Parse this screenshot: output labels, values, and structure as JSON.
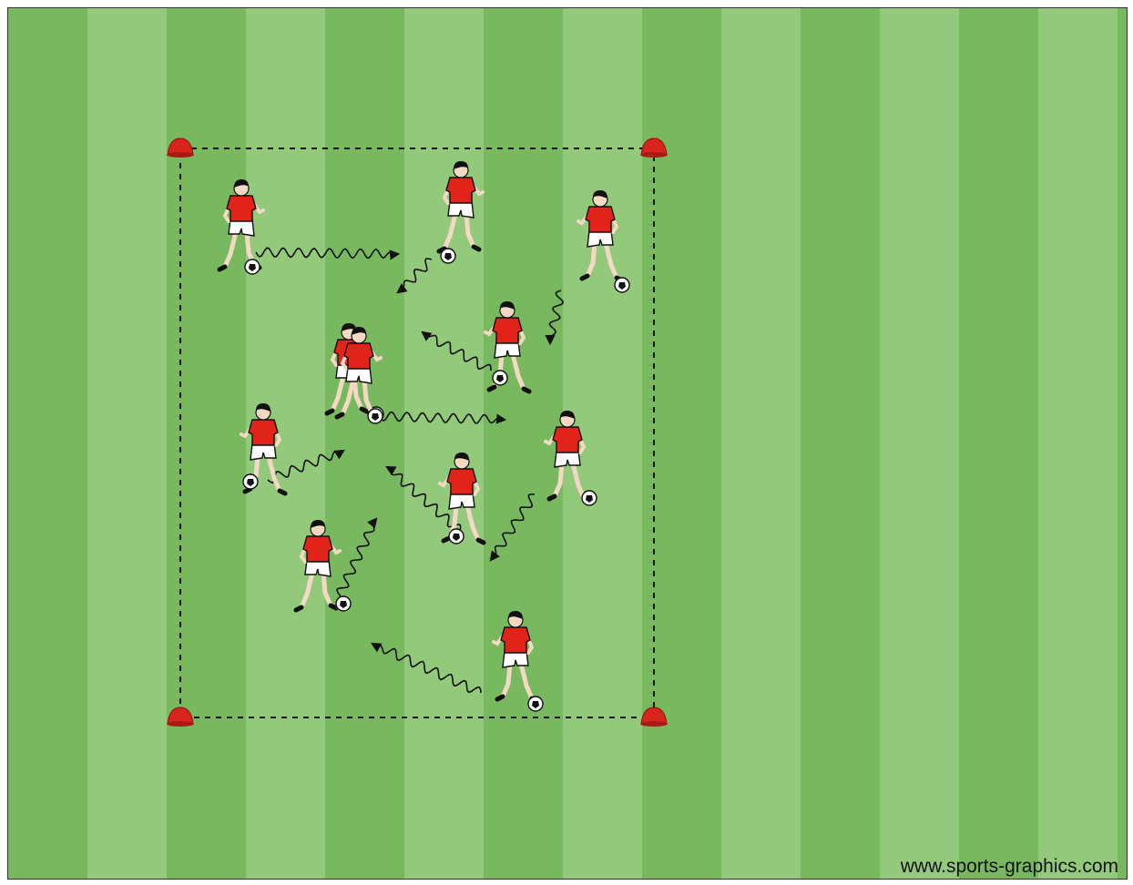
{
  "diagram": {
    "type": "soccer-drill",
    "watermark": "www.sports-graphics.com",
    "colors": {
      "stripe_light": "#92c97a",
      "stripe_dark": "#78b85f",
      "cone": "#d8241c",
      "jersey": "#e2231a",
      "shorts": "#ffffff",
      "path": "#111111"
    },
    "players_count": 11,
    "cones_count": 4,
    "cone_icon": "cone-icon",
    "player_icon": "player-dribbling-icon",
    "path_icon": "wavy-dribble-arrow-icon"
  }
}
